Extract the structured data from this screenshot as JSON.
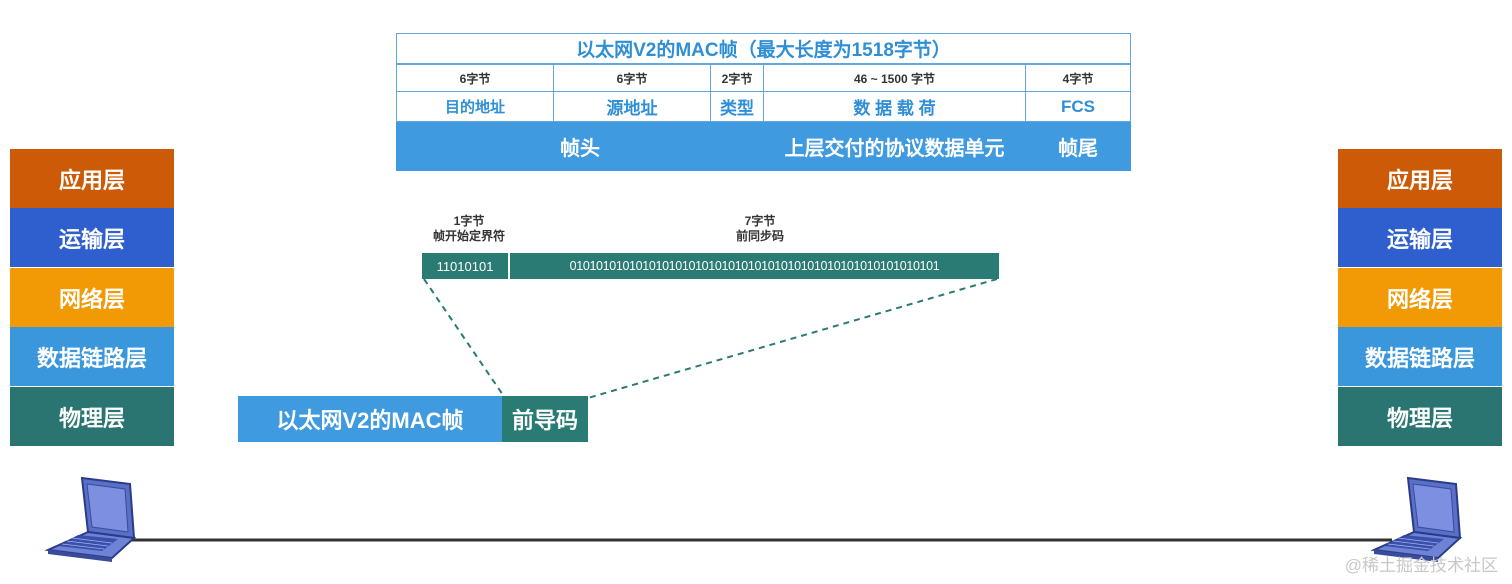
{
  "frame": {
    "title": "以太网V2的MAC帧（最大长度为1518字节）",
    "sizes": [
      "6字节",
      "6字节",
      "2字节",
      "46 ~ 1500 字节",
      "4字节"
    ],
    "fields": [
      "目的地址",
      "源地址",
      "类型",
      "数 据 载 荷",
      "FCS"
    ],
    "bands": {
      "header": "帧头",
      "payload": "上层交付的协议数据单元",
      "trailer": "帧尾"
    }
  },
  "layers": {
    "left": [
      "应用层",
      "运输层",
      "网络层",
      "数据链路层",
      "物理层"
    ],
    "right": [
      "应用层",
      "运输层",
      "网络层",
      "数据链路层",
      "物理层"
    ],
    "colors": [
      "#cc5a06",
      "#2f5fcf",
      "#f19a05",
      "#3b97dc",
      "#2a7572"
    ]
  },
  "preamble": {
    "sfd_size": "1字节",
    "sfd_name": "帧开始定界符",
    "sfd_bits": "11010101",
    "sync_size": "7字节",
    "sync_name": "前同步码",
    "sync_bits": "01010101010101010101010101010101010101010101010101010101"
  },
  "bottom_bar": {
    "mac_frame": "以太网V2的MAC帧",
    "preamble": "前导码"
  },
  "colors": {
    "accent": "#3f9ae0",
    "teal": "#2a7b73",
    "line": "#333333"
  },
  "watermark": "@稀土掘金技术社区"
}
